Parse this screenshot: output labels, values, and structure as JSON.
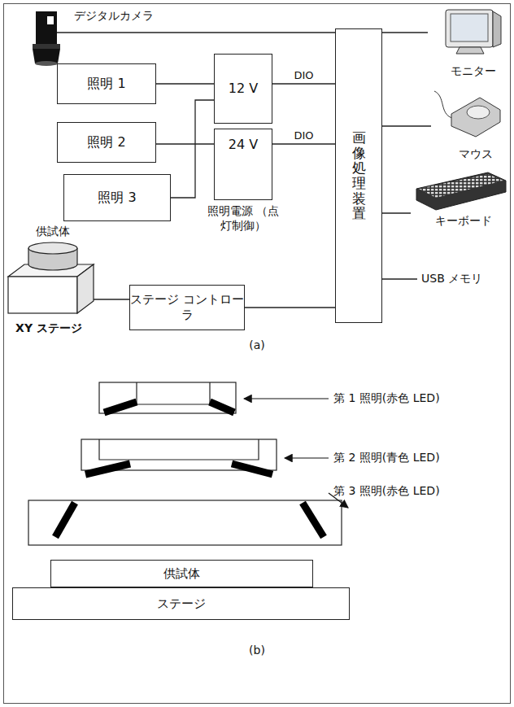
{
  "diagram": {
    "nodes": [
      {
        "text": [
          "照明 1"
        ]
      },
      {
        "text": [
          "12 V"
        ]
      },
      {
        "text": [
          "照明 2"
        ]
      },
      {
        "text": [
          "24 V"
        ]
      },
      {
        "text": [
          "照明 3"
        ]
      },
      {
        "text": [
          "画像処理装置"
        ]
      },
      {
        "text": [
          "ステージ コントローラ"
        ]
      },
      {
        "text": [
          "供試体"
        ]
      },
      {
        "text": [
          "ステージ"
        ]
      }
    ],
    "edges": [
      {
        "from": 0,
        "to": 1,
        "arrow": "none"
      },
      {
        "from": 4,
        "to": 1,
        "arrow": "none"
      },
      {
        "from": 2,
        "to": 3,
        "arrow": "none"
      },
      {
        "from": 1,
        "to": 5,
        "label": "DIO",
        "arrow": "none"
      },
      {
        "from": 3,
        "to": 5,
        "label": "DIO",
        "arrow": "none"
      },
      {
        "from": 6,
        "to": 5,
        "arrow": "none"
      }
    ],
    "labels": [
      "デジタルカメラ",
      "照明電源 （点灯制御）",
      "供試体",
      "XY ステージ",
      "(a)",
      "モニター",
      "マウス",
      "キーボード",
      "USB メモリ",
      "第 1 照明(赤色 LED)",
      "第 2 照明(青色 LED)",
      "第 3 照明(赤色 LED)",
      "(b)"
    ]
  }
}
